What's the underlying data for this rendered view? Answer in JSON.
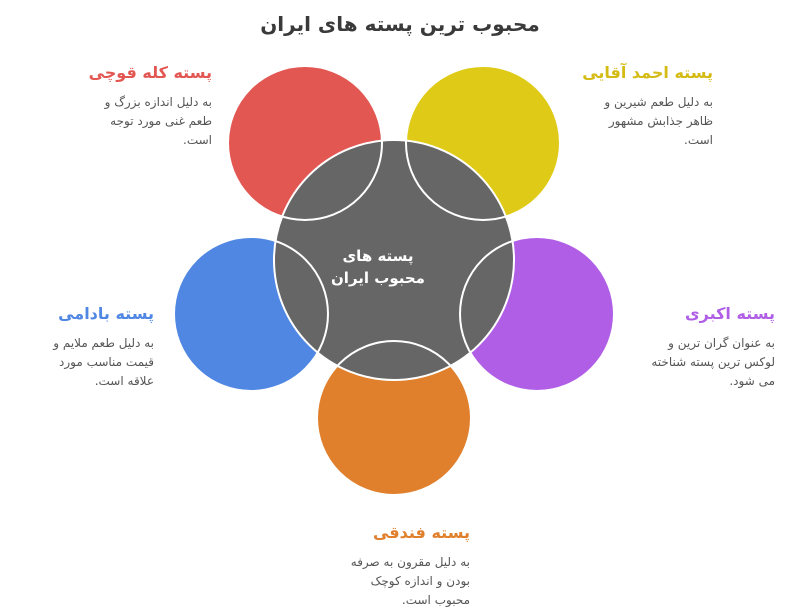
{
  "title": "محبوب ترین پسته های ایران",
  "center": {
    "line1": "پسته های",
    "line2": "محبوب ایران"
  },
  "items": [
    {
      "name": "پسته احمد آقایی",
      "desc": [
        "به دلیل طعم شیرین و",
        "ظاهر جذابش مشهور",
        "است."
      ],
      "color": "#dfcb17"
    },
    {
      "name": "پسته اکبری",
      "desc": [
        "به عنوان گران ترین و",
        "لوکس ترین پسته شناخته",
        "می شود."
      ],
      "color": "#b05ee6"
    },
    {
      "name": "پسته فندقی",
      "desc": [
        "به دلیل مقرون به صرفه",
        "بودن و اندازه کوچک",
        "محبوب است."
      ],
      "color": "#e07f2c"
    },
    {
      "name": "پسته بادامی",
      "desc": [
        "به دلیل طعم ملایم و",
        "قیمت مناسب مورد",
        "علاقه است."
      ],
      "color": "#4f87e3"
    },
    {
      "name": "پسته کله قوچی",
      "desc": [
        "به دلیل اندازه بزرگ و",
        "طعم غنی مورد توجه",
        "است."
      ],
      "color": "#e35752"
    }
  ],
  "colors": {
    "center": "#666666",
    "outline": "#ffffff"
  }
}
